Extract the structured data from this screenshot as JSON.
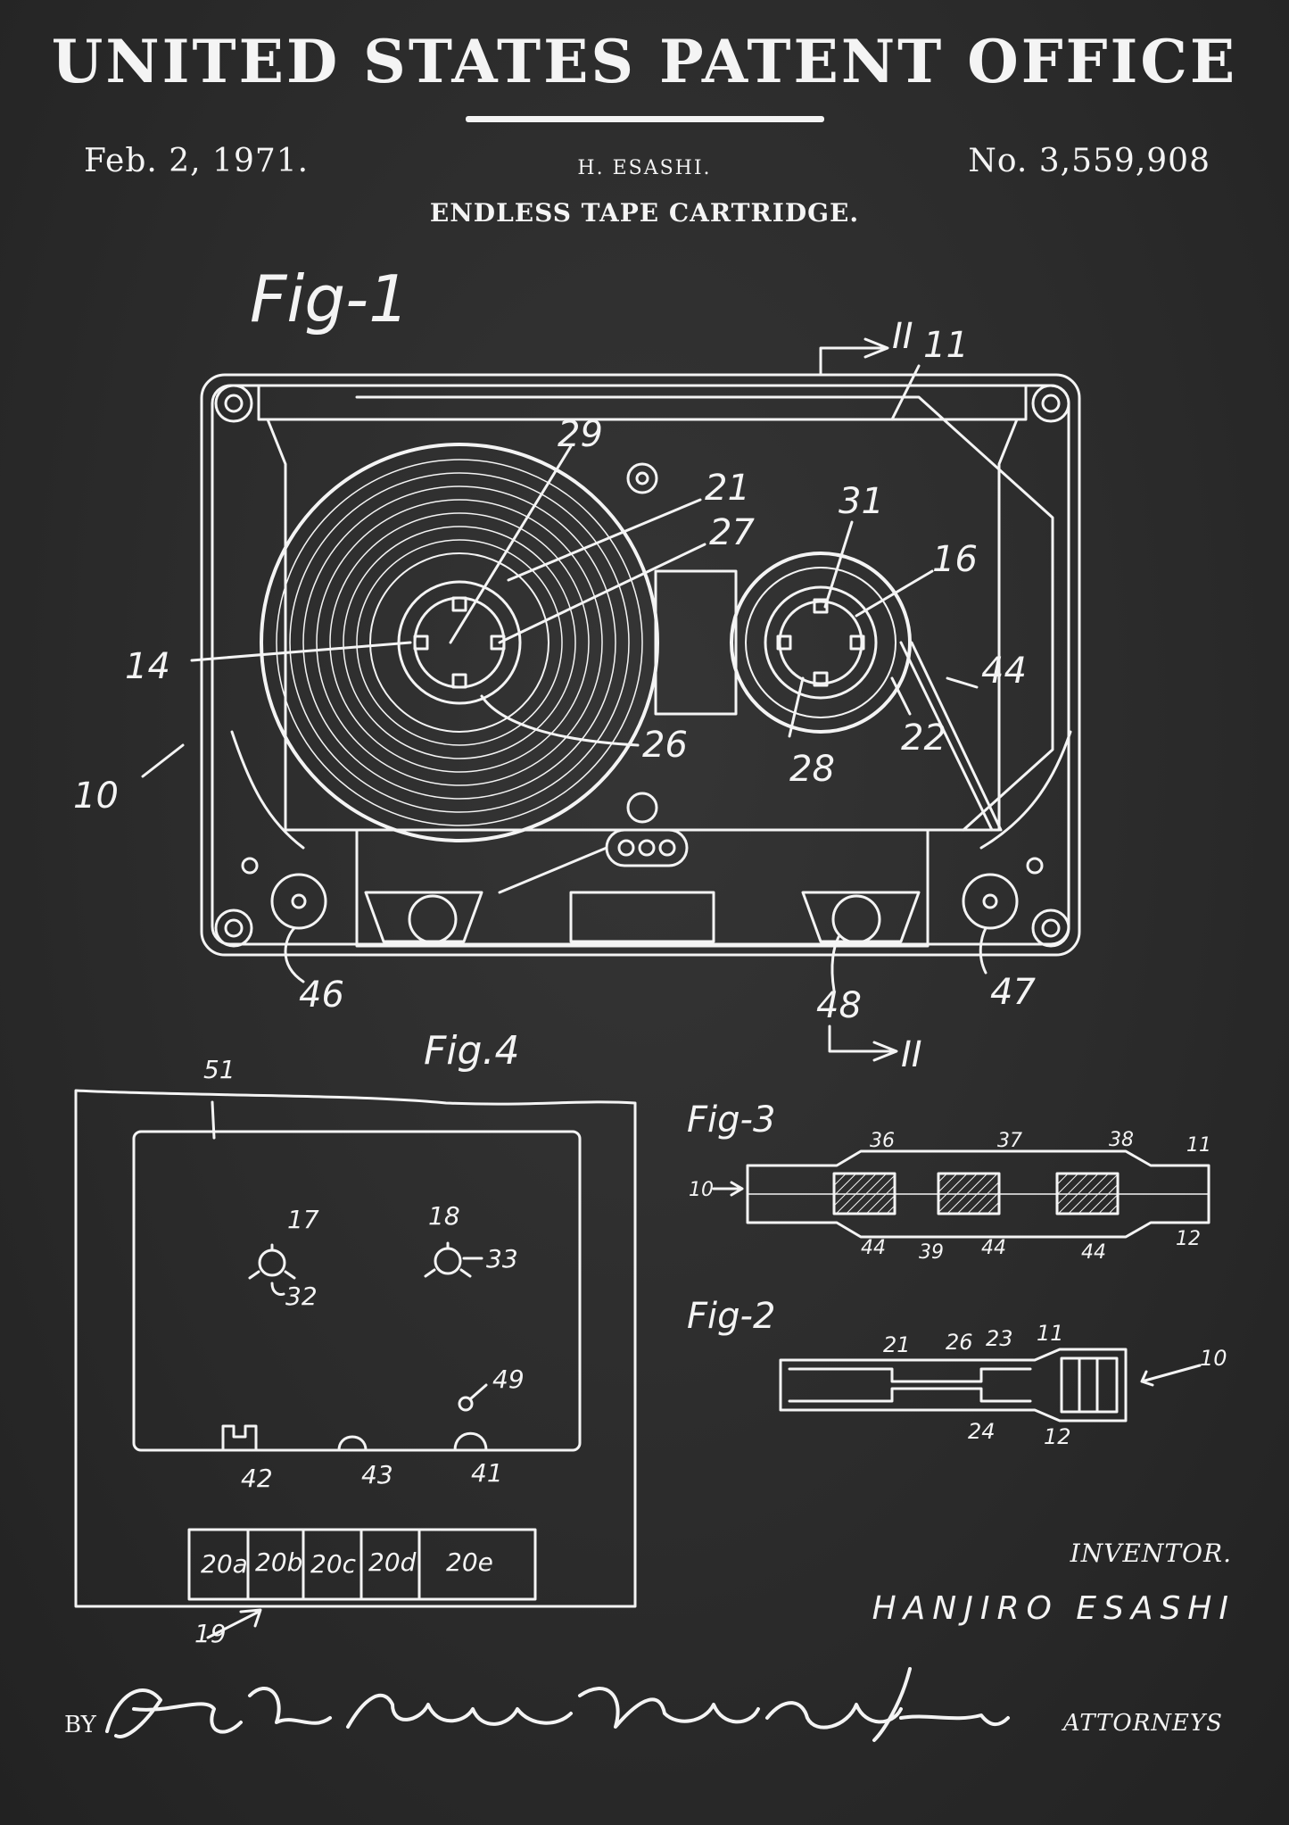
{
  "header": {
    "title": "UNITED STATES PATENT OFFICE",
    "date": "Feb. 2, 1971.",
    "inventor_short": "H. ESASHI.",
    "patent_number": "No. 3,559,908",
    "invention_title": "ENDLESS TAPE CARTRIDGE."
  },
  "figures": {
    "fig1": {
      "caption": "Fig-1",
      "section": "II",
      "labels": [
        "11",
        "29",
        "21",
        "27",
        "31",
        "16",
        "44",
        "22",
        "28",
        "26",
        "14",
        "10",
        "46",
        "48",
        "47"
      ]
    },
    "fig4": {
      "caption": "Fig.4",
      "labels": [
        "51",
        "17",
        "18",
        "32",
        "33",
        "49",
        "42",
        "43",
        "41",
        "19"
      ],
      "track_cells": [
        "20a",
        "20b",
        "20c",
        "20d",
        "20e"
      ]
    },
    "fig3": {
      "caption": "Fig-3",
      "labels": [
        "10",
        "36",
        "37",
        "38",
        "11",
        "44",
        "39",
        "44",
        "44",
        "12"
      ]
    },
    "fig2": {
      "caption": "Fig-2",
      "labels": [
        "21",
        "26",
        "23",
        "11",
        "10",
        "24",
        "12"
      ]
    }
  },
  "footer": {
    "inventor_label": "INVENTOR.",
    "inventor_name": "HANJIRO ESASHI",
    "by_label": "BY",
    "attorneys_label": "ATTORNEYS",
    "signature_text": "Hill Sherman Meroni Gross & Simpson"
  },
  "colors": {
    "board": "#2a2a2a",
    "chalk": "#f4f4f4"
  }
}
